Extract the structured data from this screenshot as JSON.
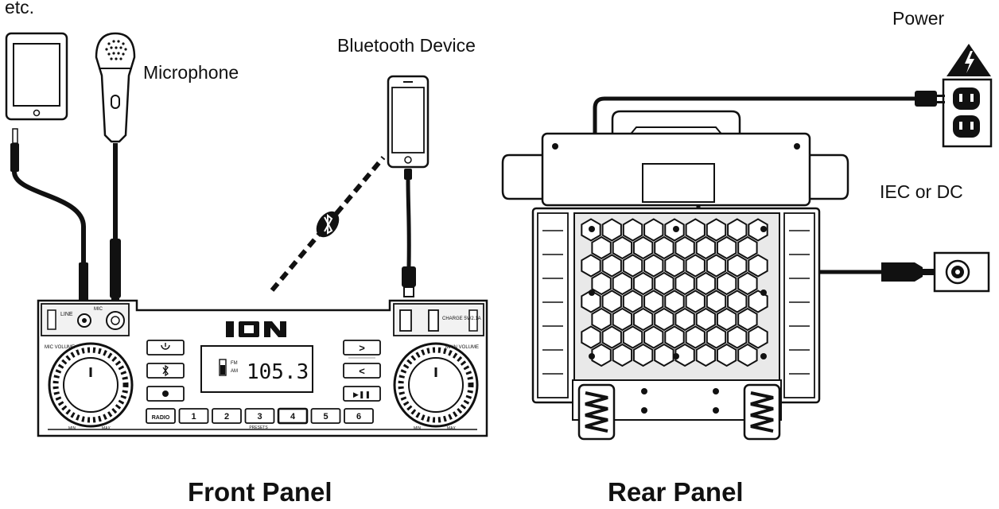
{
  "labels": {
    "etc": "etc.",
    "microphone": "Microphone",
    "bluetooth_device": "Bluetooth Device",
    "power": "Power",
    "iec_or_dc": "IEC or DC",
    "front_panel": "Front Panel",
    "rear_panel": "Rear Panel"
  },
  "front_panel": {
    "brand": "ION",
    "display_value": "105.3",
    "display_bands": [
      "FM",
      "AM"
    ],
    "input_labels": [
      "LINE",
      "MIC"
    ],
    "charge_label": "CHARGE 5V/2.1A",
    "knob_left_label": "MIC VOLUME",
    "knob_right_label": "MAIN VOLUME",
    "knob_min": "MIN",
    "knob_max": "MAX",
    "nav_buttons": [
      ">",
      "<",
      "▶❚❚"
    ],
    "preset_buttons": [
      "RADIO",
      "1",
      "2",
      "3",
      "4",
      "5",
      "6"
    ],
    "presets_caption": "PRESETS"
  },
  "colors": {
    "line": "#111111",
    "fill": "#ffffff",
    "panel_gray": "#e9e9e9"
  }
}
